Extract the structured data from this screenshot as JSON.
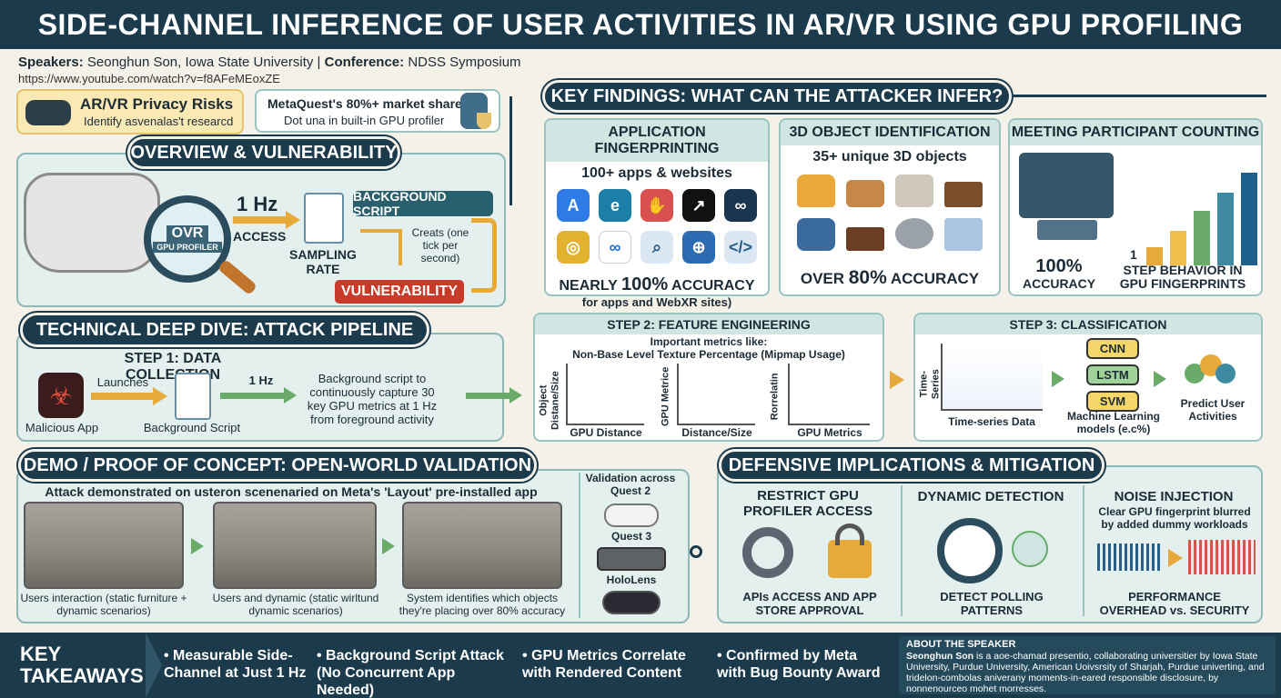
{
  "title": "SIDE-CHANNEL INFERENCE OF USER ACTIVITIES IN AR/VR USING GPU PROFILING",
  "speakers_label": "Speakers:",
  "speakers_value": "Seonghun Son, Iowa State University",
  "separator": "|",
  "conference_label": "Conference:",
  "conference_value": "NDSS Symposium",
  "url": "https://www.youtube.com/watch?v=f8AFeMEoxZE",
  "privacy": {
    "title": "AR/VR Privacy Risks",
    "sub": "Identify asvenalas't researcd"
  },
  "market": {
    "line1": "MetaQuest's 80%+ market share",
    "line2": "Dot una in built-in GPU profiler"
  },
  "overview": {
    "title": "OVERVIEW & VULNERABILITY",
    "ovr": "OVR",
    "ovr_sub": "GPU PROFILER",
    "hz": "1 Hz",
    "access": "ACCESS",
    "sampling": "SAMPLING RATE",
    "bg_script": "BACKGROUND SCRIPT",
    "creats": "Creats (one tick per second)",
    "vulnerability": "VULNERABILITY"
  },
  "findings": {
    "title": "KEY FINDINGS: WHAT CAN THE ATTACKER INFER?",
    "app": {
      "head": "APPLICATION FINGERPRINTING",
      "sub": "100+ apps & websites",
      "acc_pre": "NEARLY ",
      "acc_num": "100%",
      "acc_post": " ACCURACY",
      "acc_sub": "for apps and WebXR sites)"
    },
    "obj": {
      "head": "3D OBJECT IDENTIFICATION",
      "sub": "35+ unique 3D objects",
      "acc_pre": "OVER ",
      "acc_num": "80%",
      "acc_post": " ACCURACY"
    },
    "meet": {
      "head": "MEETING PARTICIPANT COUNTING",
      "acc_num": "100%",
      "acc_label": "ACCURACY",
      "step": "STEP BEHAVIOR IN GPU FINGERPRINTS",
      "bar_label": "1"
    }
  },
  "pipeline": {
    "title": "TECHNICAL DEEP DIVE: ATTACK PIPELINE",
    "step1": "STEP 1: DATA COLLECTION",
    "malicious": "Malicious App",
    "launches": "Launches",
    "bg_script": "Background Script",
    "hz": "1 Hz",
    "desc": "Background script to continuously capture 30 key GPU metrics at 1 Hz from foreground activity",
    "step2": "STEP 2: FEATURE ENGINEERING",
    "important": "Important metrics like:",
    "metric": "Non-Base Level Texture Percentage (Mipmap Usage)",
    "p1_y": "Object Distane/Size",
    "p1_x": "GPU Distance",
    "p2_y": "GPU Metrice",
    "p2_x": "Distance/Size",
    "p3_y": "Rorrelatin",
    "p3_x": "GPU Metrics",
    "step3": "STEP 3: CLASSIFICATION",
    "ts_y": "Time-Series",
    "ts_x": "Time-series Data",
    "ml": [
      "CNN",
      "LSTM",
      "SVM"
    ],
    "ml_label": "Machine Learning models (e.c%)",
    "predict": "Predict User Activities"
  },
  "demo": {
    "title": "DEMO / PROOF OF CONCEPT: OPEN-WORLD VALIDATION",
    "sub": "Attack demonstrated on usteron scenenaried on Meta's 'Layout' pre-installed app",
    "captions": [
      "Users interaction (static furniture + dynamic scenarios)",
      "Users and dynamic (static wirltund dynamic scenarios)",
      "System identifies which objects they're placing over 80% accuracy"
    ],
    "validation": "Validation across Quest 2",
    "quest3": "Quest 3",
    "hololens": "HoloLens"
  },
  "defense": {
    "title": "DEFENSIVE IMPLICATIONS & MITIGATION",
    "c1_head": "RESTRICT GPU PROFILER ACCESS",
    "c1_foot": "APIs ACCESS AND APP STORE APPROVAL",
    "c2_head": "DYNAMIC DETECTION",
    "c2_foot": "DETECT POLLING PATTERNS",
    "c3_head": "NOISE INJECTION",
    "c3_sub": "Clear GPU fingerprint blurred by added dummy workloads",
    "c3_foot": "PERFORMANCE OVERHEAD vs. SECURITY"
  },
  "footer": {
    "key": "KEY TAKEAWAYS",
    "items": [
      "• Measurable Side-Channel at Just 1 Hz",
      "• Background Script Attack (No Concurrent App Needed)",
      "• GPU Metrics Correlate with Rendered Content",
      "• Confirmed by Meta with Bug Bounty Award"
    ],
    "about_title": "ABOUT THE SPEAKER",
    "about_name": "Seonghun Son",
    "about_text": " is a aoe-chamad presentio, collaborating universitier by Iowa State University, Purdue University, American Uoivsrsity of Sharjah, Purdue univerting, and tridelon-combolas aniverany moments-in-eared responsible disclosure, by nonnenourceo mohet morresses."
  },
  "colors": {
    "navy": "#1b3a4b",
    "teal_panel": "#e3f0ee",
    "accent_orange": "#e7a93a",
    "accent_red": "#c83a2a",
    "accent_green": "#6aab6a"
  }
}
